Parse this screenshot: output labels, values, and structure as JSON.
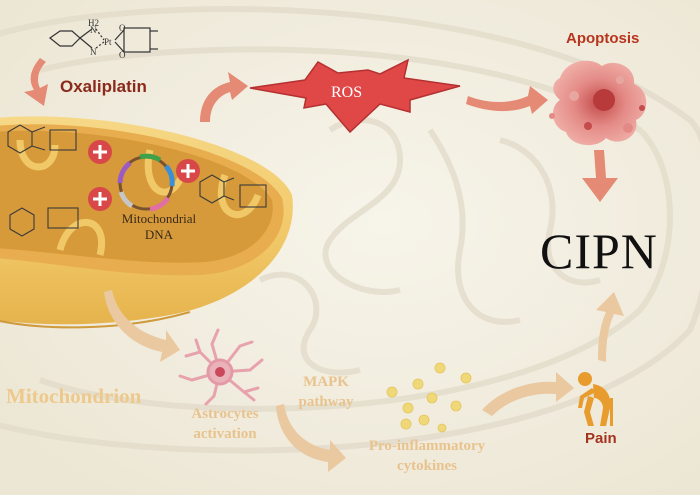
{
  "labels": {
    "oxaliplatin": "Oxaliplatin",
    "ros": "ROS",
    "apoptosis": "Apoptosis",
    "cipn": "CIPN",
    "mitochondrial_dna": "Mitochondrial DNA",
    "mitochondrion": "Mitochondrion",
    "astrocytes_activation": "Astrocytes activation",
    "mapk_pathway": "MAPK pathway",
    "pro_inflammatory_cytokines": "Pro-inflammatory cytokines",
    "pain": "Pain"
  },
  "molecule_text": {
    "h2": "H2",
    "nh": "N",
    "pt": "Pt",
    "o": "O"
  },
  "colors": {
    "background": "#f4f0e3",
    "mitochondrion_outer": "#f1c867",
    "mitochondrion_inner": "#d79a3a",
    "ros_star": "#e04848",
    "arrow_red": "#e58a74",
    "arrow_tan": "#eac8a0",
    "plus_circle": "#d94848",
    "cytokine_dot": "#f0d879",
    "pain_figure": "#e89c2e"
  },
  "icons": [
    "oxaliplatin-molecule-icon",
    "ros-star-icon",
    "apoptotic-cell-icon",
    "plus-icon",
    "dna-plasmid-icon",
    "astrocyte-icon",
    "cytokine-dots-icon",
    "pain-figure-icon"
  ]
}
